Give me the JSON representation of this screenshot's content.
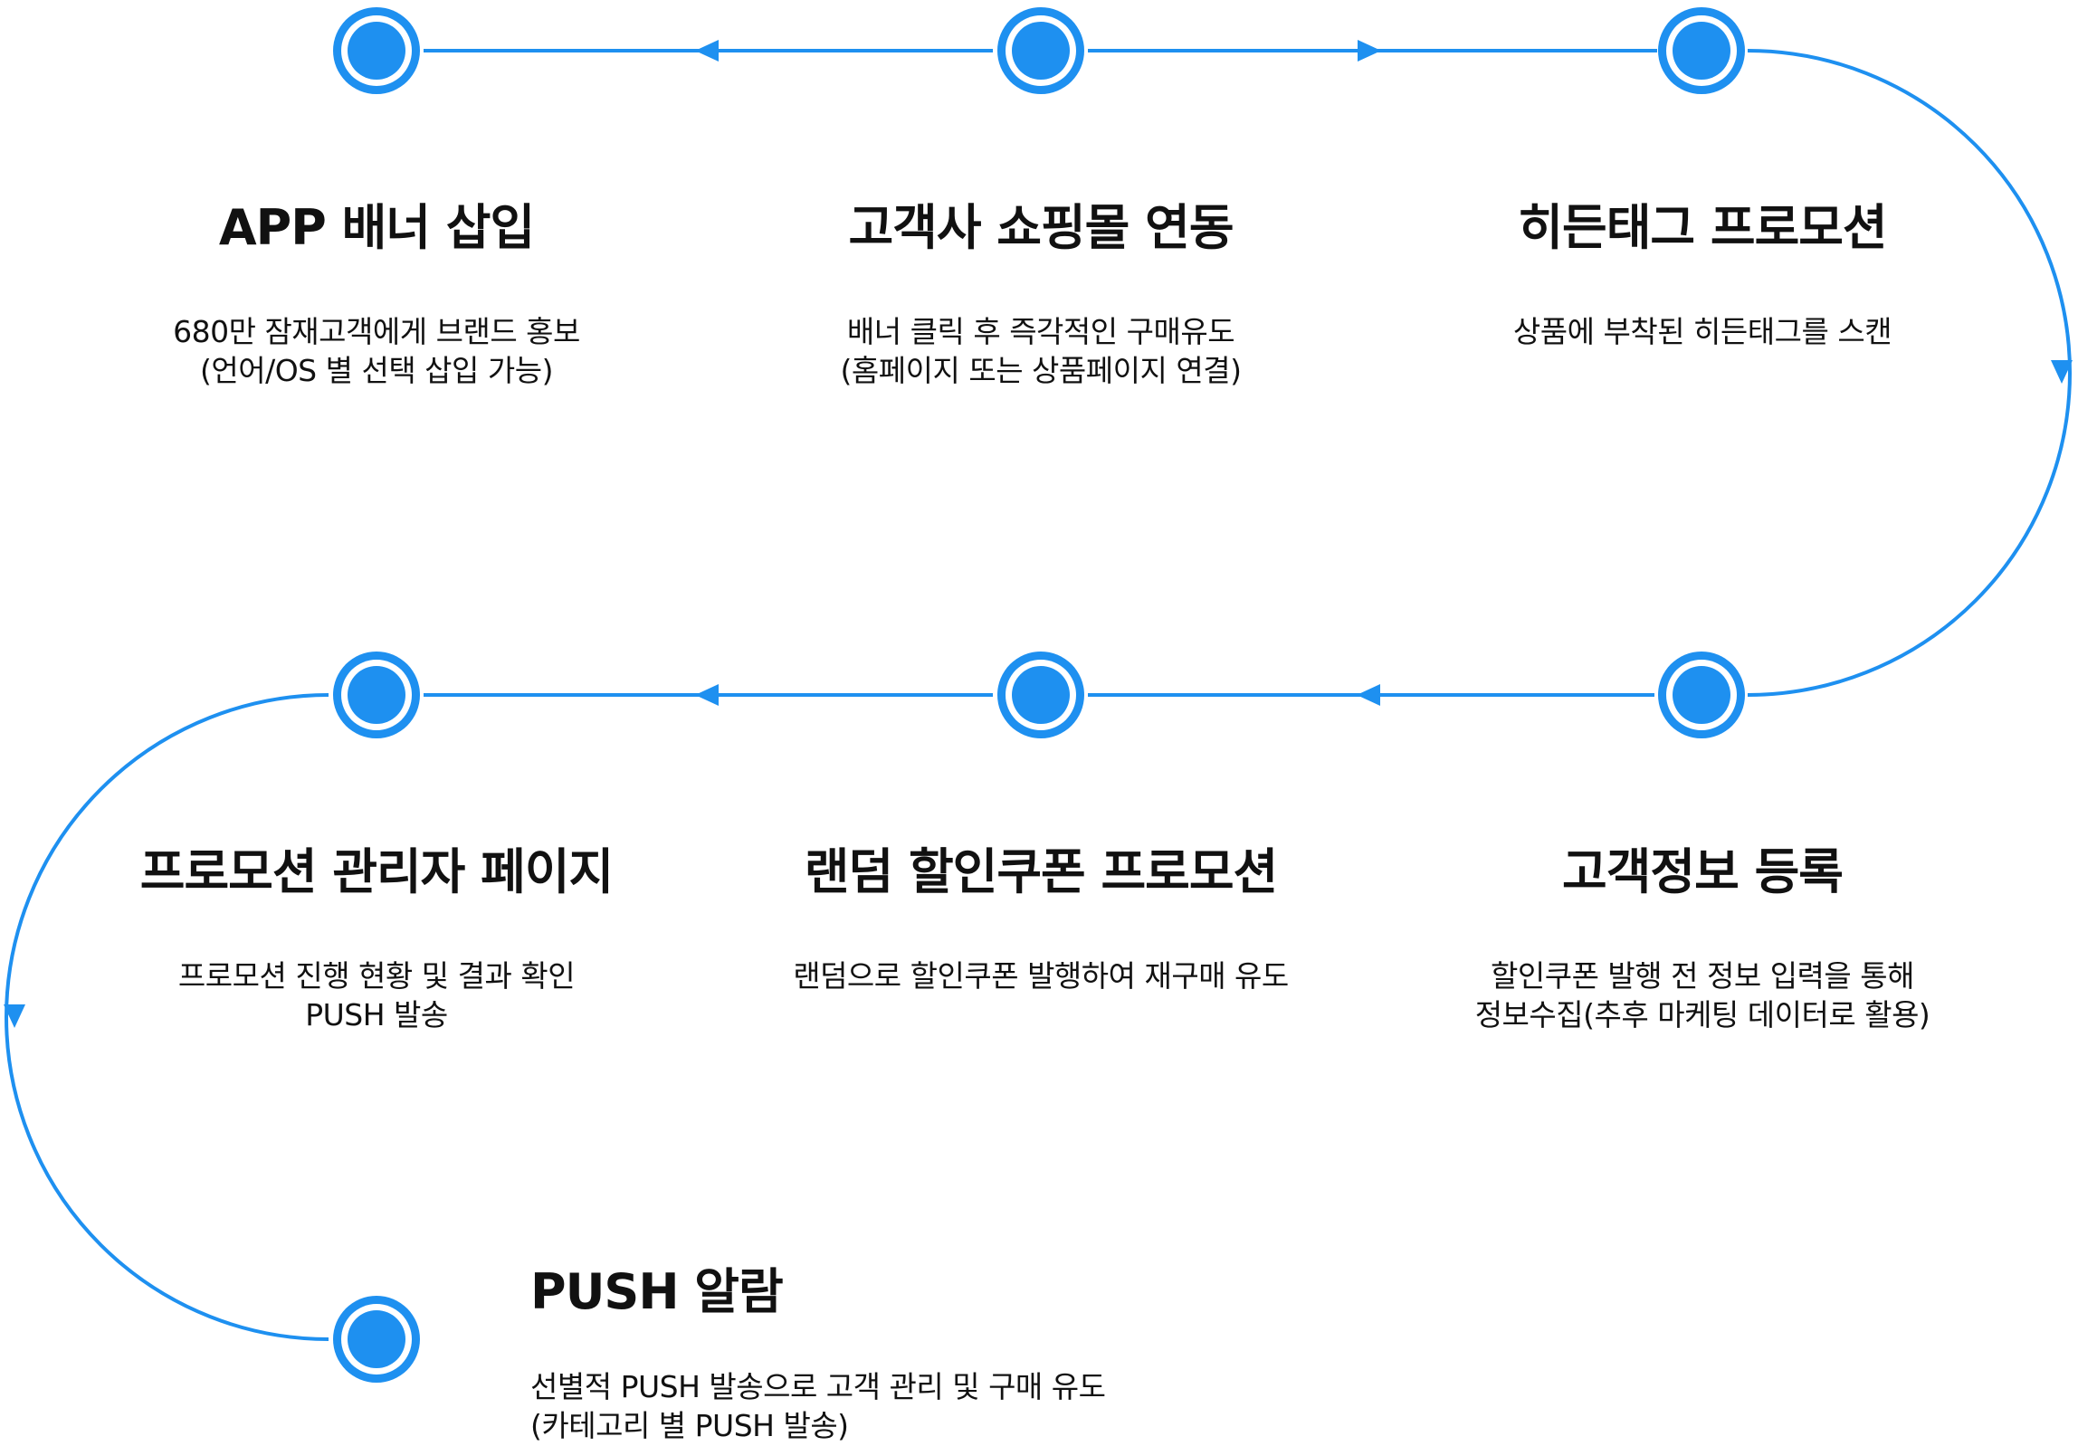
{
  "accent_color": "#1e90f0",
  "steps": [
    {
      "title": "APP 배너 삽입",
      "desc": "680만 잠재고객에게 브랜드 홍보\n(언어/OS 별 선택 삽입 가능)"
    },
    {
      "title": "고객사 쇼핑몰 연동",
      "desc": "배너 클릭 후 즉각적인 구매유도\n(홈페이지 또는 상품페이지 연결)"
    },
    {
      "title": "히든태그 프로모션",
      "desc": "상품에 부착된 히든태그를 스캔"
    },
    {
      "title": "고객정보 등록",
      "desc": "할인쿠폰 발행 전 정보 입력을 통해\n정보수집(추후 마케팅 데이터로 활용)"
    },
    {
      "title": "랜덤 할인쿠폰 프로모션",
      "desc": "랜덤으로 할인쿠폰 발행하여 재구매 유도"
    },
    {
      "title": "프로모션 관리자 페이지",
      "desc": "프로모션 진행 현황 및 결과 확인\nPUSH 발송"
    },
    {
      "title": "PUSH 알람",
      "desc": "선별적 PUSH 발송으로 고객 관리 및 구매 유도\n(카테고리 별 PUSH 발송)"
    }
  ]
}
